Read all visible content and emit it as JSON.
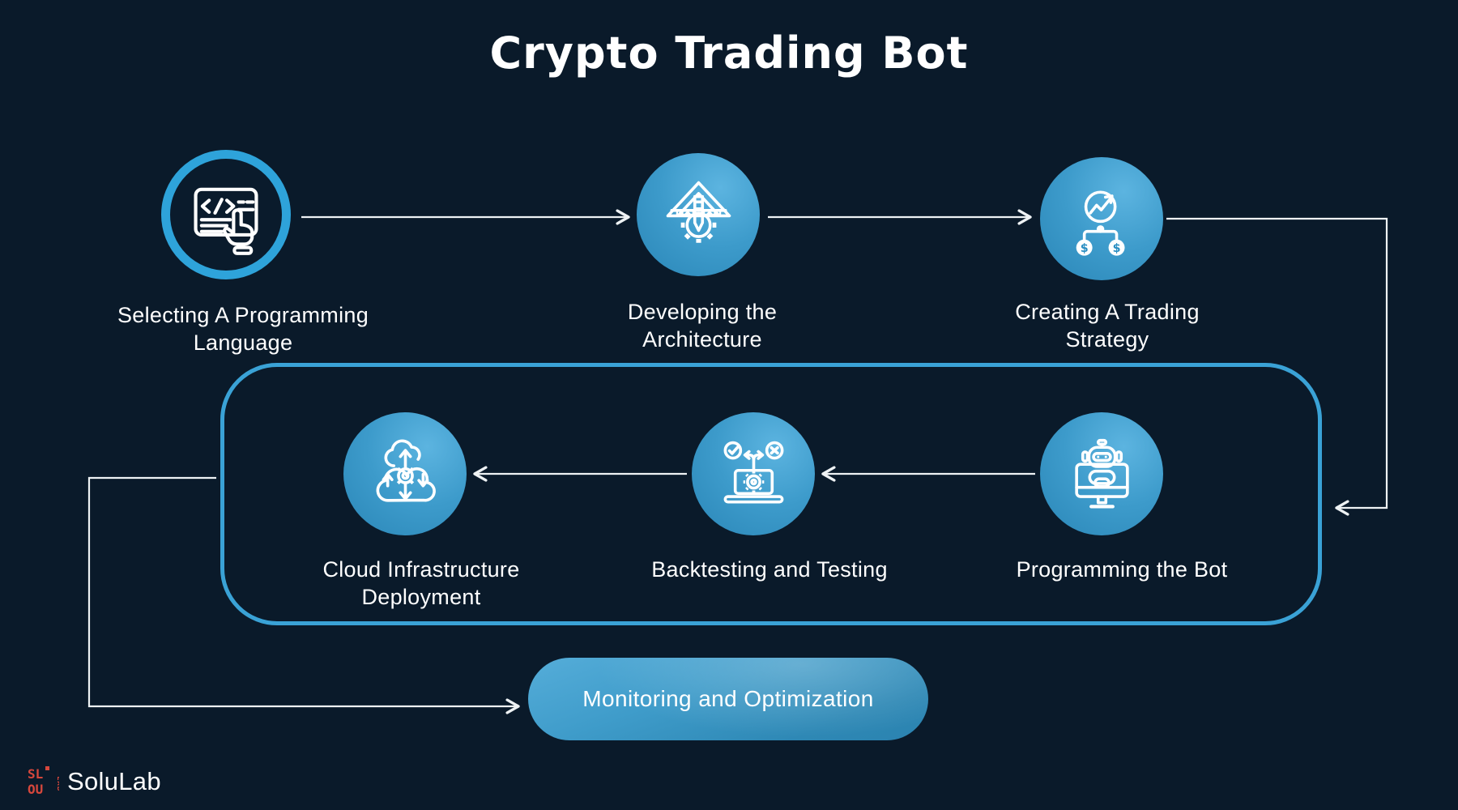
{
  "title": "Crypto Trading Bot",
  "brand": {
    "name": "SoluLab",
    "mark_letters": [
      "SL",
      "OU",
      "LAB"
    ],
    "mark_color": "#d6473c"
  },
  "colors": {
    "background": "#0a1a2a",
    "accent_blue": "#3aa2d6",
    "node_gradient_light": "#5cb4e0",
    "node_gradient_dark": "#2a86b7",
    "connector": "#eef2f4",
    "text": "#ffffff"
  },
  "steps": [
    {
      "id": 1,
      "label": "Selecting A Programming Language",
      "icon": "code-select-icon",
      "style": "outlined-circle"
    },
    {
      "id": 2,
      "label": "Developing the Architecture",
      "icon": "architecture-icon",
      "style": "filled-circle"
    },
    {
      "id": 3,
      "label": "Creating A Trading Strategy",
      "icon": "trading-strategy-icon",
      "style": "filled-circle"
    },
    {
      "id": 4,
      "label": "Programming the Bot",
      "icon": "bot-monitor-icon",
      "style": "filled-circle"
    },
    {
      "id": 5,
      "label": "Backtesting and Testing",
      "icon": "backtesting-icon",
      "style": "filled-circle"
    },
    {
      "id": 6,
      "label": "Cloud Infrastructure Deployment",
      "icon": "cloud-deployment-icon",
      "style": "filled-circle"
    },
    {
      "id": 7,
      "label": "Monitoring and Optimization",
      "icon": "",
      "style": "pill"
    }
  ],
  "flow": [
    {
      "from": "Selecting A Programming Language",
      "to": "Developing the Architecture"
    },
    {
      "from": "Developing the Architecture",
      "to": "Creating A Trading Strategy"
    },
    {
      "from": "Creating A Trading Strategy",
      "to": "Programming the Bot"
    },
    {
      "from": "Programming the Bot",
      "to": "Backtesting and Testing"
    },
    {
      "from": "Backtesting and Testing",
      "to": "Cloud Infrastructure Deployment"
    },
    {
      "from": "Cloud Infrastructure Deployment",
      "to": "Monitoring and Optimization"
    }
  ]
}
